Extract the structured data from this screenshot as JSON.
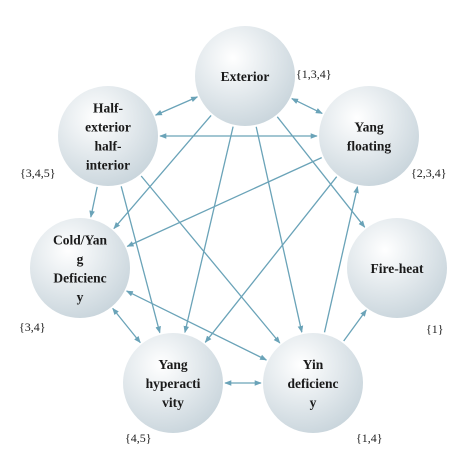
{
  "colors": {
    "arrow": "#6aa3b8",
    "node_light": "#ffffff",
    "node_dark": "#c9d5dc",
    "text": "#1a1a1a"
  },
  "nodes": [
    {
      "id": "exterior",
      "lines": [
        "Exterior"
      ],
      "set": "{1,3,4}"
    },
    {
      "id": "half-exterior-half-interior",
      "lines": [
        "Half-",
        "exterior",
        "half-",
        "interior"
      ],
      "set": "{3,4,5}"
    },
    {
      "id": "yang-floating",
      "lines": [
        "Yang",
        "floating"
      ],
      "set": "{2,3,4}"
    },
    {
      "id": "cold-yang-deficiency",
      "lines": [
        "Cold/Yan",
        "g",
        "Deficienc",
        "y"
      ],
      "set": "{3,4}"
    },
    {
      "id": "fire-heat",
      "lines": [
        "Fire-heat"
      ],
      "set": "{1}"
    },
    {
      "id": "yang-hyperactivity",
      "lines": [
        "Yang",
        "hyperacti",
        "vity"
      ],
      "set": "{4,5}"
    },
    {
      "id": "yin-deficiency",
      "lines": [
        "Yin",
        "deficienc",
        "y"
      ],
      "set": "{1,4}"
    }
  ],
  "edges": [
    {
      "from": "exterior",
      "to": "half-exterior-half-interior",
      "bidirectional": true
    },
    {
      "from": "exterior",
      "to": "yang-floating",
      "bidirectional": true
    },
    {
      "from": "half-exterior-half-interior",
      "to": "yang-floating",
      "bidirectional": true
    },
    {
      "from": "exterior",
      "to": "cold-yang-deficiency",
      "bidirectional": false
    },
    {
      "from": "exterior",
      "to": "yang-hyperactivity",
      "bidirectional": false
    },
    {
      "from": "exterior",
      "to": "yin-deficiency",
      "bidirectional": false
    },
    {
      "from": "exterior",
      "to": "fire-heat",
      "bidirectional": false
    },
    {
      "from": "half-exterior-half-interior",
      "to": "cold-yang-deficiency",
      "bidirectional": false
    },
    {
      "from": "half-exterior-half-interior",
      "to": "yang-hyperactivity",
      "bidirectional": false
    },
    {
      "from": "half-exterior-half-interior",
      "to": "yin-deficiency",
      "bidirectional": false
    },
    {
      "from": "yang-floating",
      "to": "cold-yang-deficiency",
      "bidirectional": false
    },
    {
      "from": "yang-floating",
      "to": "yang-hyperactivity",
      "bidirectional": false
    },
    {
      "from": "cold-yang-deficiency",
      "to": "yang-hyperactivity",
      "bidirectional": true
    },
    {
      "from": "cold-yang-deficiency",
      "to": "yin-deficiency",
      "bidirectional": true
    },
    {
      "from": "yang-hyperactivity",
      "to": "yin-deficiency",
      "bidirectional": true
    },
    {
      "from": "yin-deficiency",
      "to": "yang-floating",
      "bidirectional": false
    },
    {
      "from": "yin-deficiency",
      "to": "fire-heat",
      "bidirectional": false
    }
  ]
}
